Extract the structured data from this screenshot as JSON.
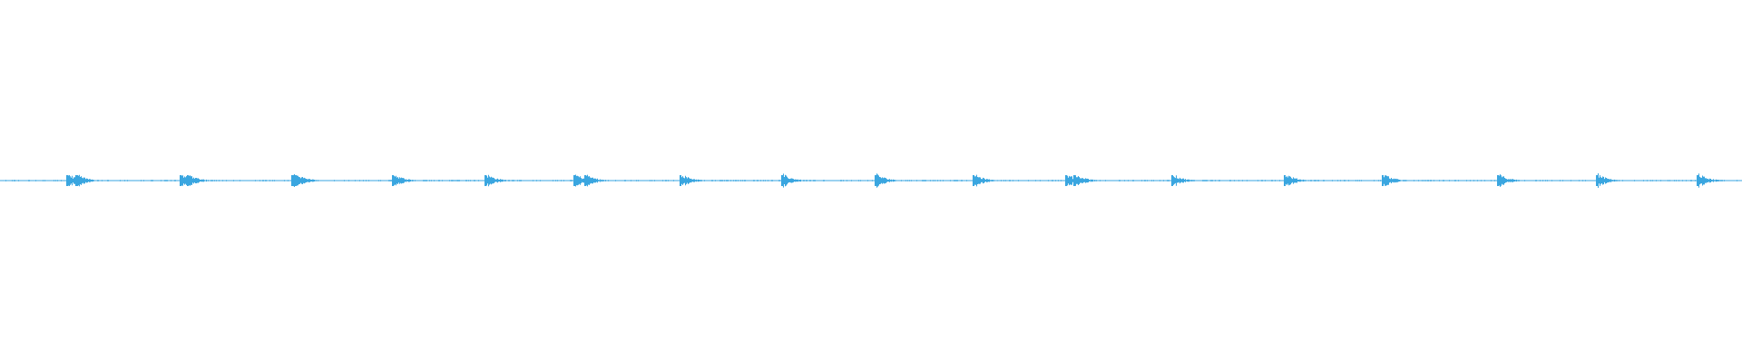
{
  "waveform": {
    "color": "#3aa6e0",
    "baseline_color": "#3aa6e0",
    "background": "#ffffff",
    "transient_positions_fraction": [
      0.039,
      0.044,
      0.104,
      0.108,
      0.168,
      0.17,
      0.226,
      0.279,
      0.33,
      0.336,
      0.391,
      0.449,
      0.503,
      0.559,
      0.612,
      0.617,
      0.673,
      0.738,
      0.794,
      0.86,
      0.917,
      0.975
    ]
  }
}
